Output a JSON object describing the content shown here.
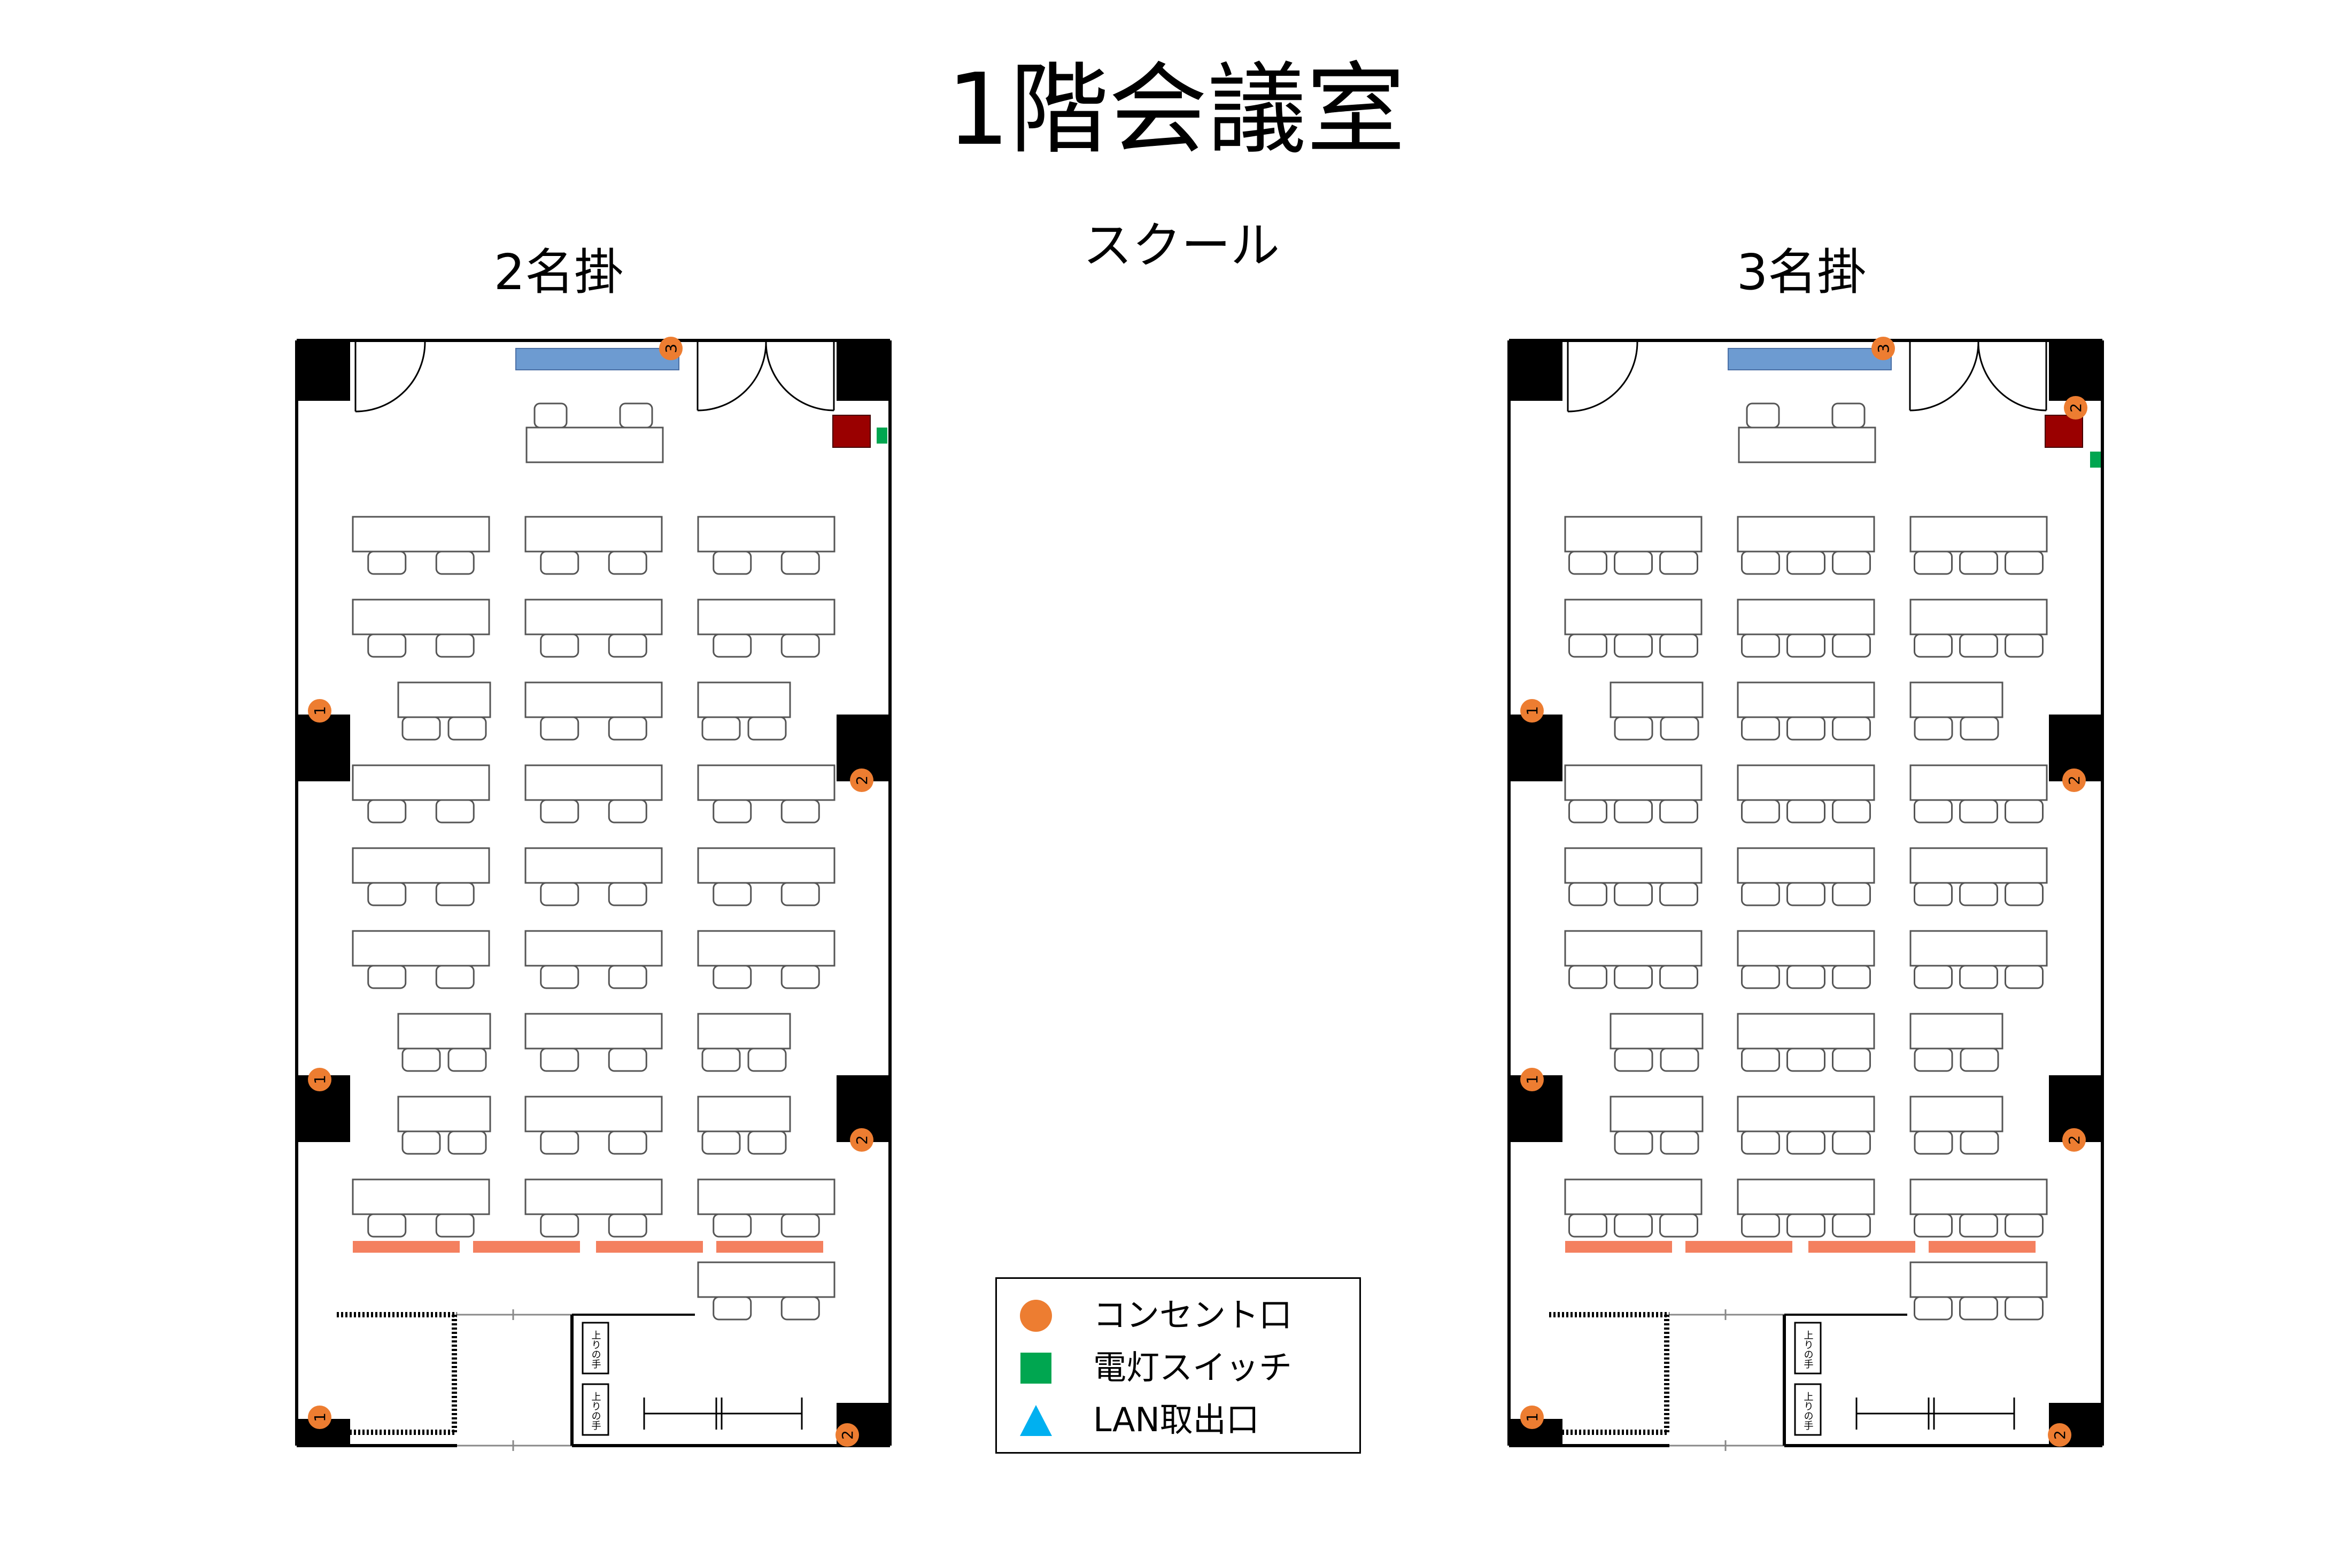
{
  "title": "1階会議室",
  "layout_name": "スクール",
  "plans": [
    {
      "label": "2名掛",
      "chairs_per_desk": 2
    },
    {
      "label": "3名掛",
      "chairs_per_desk": 3
    }
  ],
  "outlet_numbers": {
    "left_wall": "1",
    "right_wall": "2",
    "top_wall": "3"
  },
  "stage_sign": "上りの手",
  "legend": [
    {
      "symbol": "orange-circle",
      "color": "#ed7d31",
      "label": "コンセント口"
    },
    {
      "symbol": "green-square",
      "color": "#00a650",
      "label": "電灯スイッチ"
    },
    {
      "symbol": "blue-triangle",
      "color": "#00b0f0",
      "label": "LAN取出口"
    }
  ],
  "colors": {
    "outlet": "#ed7d31",
    "switch": "#00a650",
    "whiteboard": "#6d9bd1",
    "cabinet": "#9a0000",
    "partition": "#f4805f"
  }
}
